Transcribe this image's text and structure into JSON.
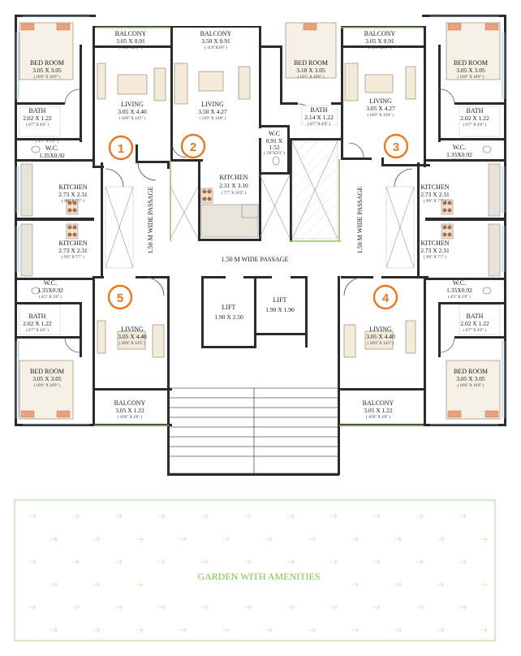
{
  "units": [
    "1",
    "2",
    "3",
    "4",
    "5"
  ],
  "rooms": {
    "bed_tl": {
      "label": "BED ROOM",
      "dim": "3.05 X 3.05",
      "ft": "( 10'0\" X 10'0\" )"
    },
    "bed_bl": {
      "label": "BED ROOM",
      "dim": "3.05 X 3.05",
      "ft": "( 10'0\" X 10'0\" )"
    },
    "bed_tm": {
      "label": "BED ROOM",
      "dim": "3.18 X 3.05",
      "ft": "( 10'5\" X 10'0\" )"
    },
    "bed_tr": {
      "label": "BED ROOM",
      "dim": "3.05 X 3.05",
      "ft": "( 10'0\" X 10'0\" )"
    },
    "bed_br": {
      "label": "BED ROOM",
      "dim": "3.05 X 3.05",
      "ft": "( 10'0\" X 10'0\" )"
    },
    "bal_tl": {
      "label": "BALCONY",
      "dim": "3.05 X 0.91",
      "ft": "( 10'0\"X3'0\" )"
    },
    "bal_tm": {
      "label": "BALCONY",
      "dim": "3.50 X 0.91",
      "ft": "( 11'6\"X3'0\" )"
    },
    "bal_tr": {
      "label": "BALCONY",
      "dim": "3.05 X 0.91",
      "ft": "( 10'0\"X3'0\" )"
    },
    "bal_bl": {
      "label": "BALCONY",
      "dim": "3.05 X 1.22",
      "ft": "( 10'0\" X 4'0\" )"
    },
    "bal_br": {
      "label": "BALCONY",
      "dim": "3.05 X 1.22",
      "ft": "( 10'0\" X 4'0\" )"
    },
    "liv_1": {
      "label": "LIVING",
      "dim": "3.05 X 4.40",
      "ft": "( 10'0\" X 14'5\" )"
    },
    "liv_2": {
      "label": "LIVING",
      "dim": "3.50 X 4.27",
      "ft": "( 11'6\" X 14'0\" )"
    },
    "liv_3": {
      "label": "LIVING",
      "dim": "3.05 X 4.27",
      "ft": "( 10'0\" X 14'0\" )"
    },
    "liv_4": {
      "label": "LIVING",
      "dim": "3.05 X 4.40",
      "ft": "( 10'0\" X 14'5\" )"
    },
    "liv_5": {
      "label": "LIVING",
      "dim": "3.05 X 4.40",
      "ft": "( 10'0\" X 14'5\" )"
    },
    "bath_tl": {
      "label": "BATH",
      "dim": "2.02 X 1.22",
      "ft": "( 6'7\" X 4'0\" )"
    },
    "bath_tm": {
      "label": "BATH",
      "dim": "2.14 X 1.22",
      "ft": "( 6'7\" X 4'0\" )"
    },
    "bath_tr": {
      "label": "BATH",
      "dim": "2.02 X 1.22",
      "ft": "( 6'7\" X 4'0\" )"
    },
    "bath_bl": {
      "label": "BATH",
      "dim": "2.02 X 1.22",
      "ft": "( 6'7\" X 4'0\" )"
    },
    "bath_br": {
      "label": "BATH",
      "dim": "2.02 X 1.22",
      "ft": "( 6'7\" X 4'0\" )"
    },
    "wc_tl": {
      "label": "W.C.",
      "dim": "1.35X0.92",
      "ft": "( 4'5\" X 3'0\" )"
    },
    "wc_tr": {
      "label": "W.C.",
      "dim": "1.35X0.92",
      "ft": "( 4'5\" X 3'0\" )"
    },
    "wc_bl": {
      "label": "W.C.",
      "dim": "1.35X0.92",
      "ft": "( 4'5\" X 3'0\" )"
    },
    "wc_br": {
      "label": "W.C.",
      "dim": "1.35X0.92",
      "ft": "( 4'5\" X 3'0\" )"
    },
    "wc_2": {
      "label": "W.C",
      "dim1": "0.91 X",
      "dim2": "1.52",
      "ft": "( 3'0\"X5'0\" )"
    },
    "kit_1": {
      "label": "KITCHEN",
      "dim": "2.73 X 2.31",
      "ft": "( 9'0\" X 7'7\" )"
    },
    "kit_5": {
      "label": "KITCHEN",
      "dim": "2.73 X 2.31",
      "ft": "( 9'0\" X 7'7\" )"
    },
    "kit_3": {
      "label": "KITCHEN",
      "dim": "2.73 X 2.31",
      "ft": "( 9'0\" X 7'7\" )"
    },
    "kit_4": {
      "label": "KITCHEN",
      "dim": "2.73 X 2.31",
      "ft": "( 9'0\" X 7'7\" )"
    },
    "kit_2": {
      "label": "KITCHEN",
      "dim": "2.31 X 3.10",
      "ft": "( 7'7\" X 10'2\" )"
    }
  },
  "passages": {
    "vertical": "1.50 M WIDE PASSAGE",
    "horizontal": "1.50 M WIDE PASSAGE"
  },
  "lifts": [
    {
      "label": "LIFT",
      "dim": "1.90 X 2.50"
    },
    {
      "label": "LIFT",
      "dim": "1.90 X 1.90"
    }
  ],
  "garden": {
    "label": "GARDEN WITH AMENITIES"
  },
  "colors": {
    "accent": "#e87722",
    "garden": "#7cc24a",
    "wall": "#2b2b2b"
  }
}
